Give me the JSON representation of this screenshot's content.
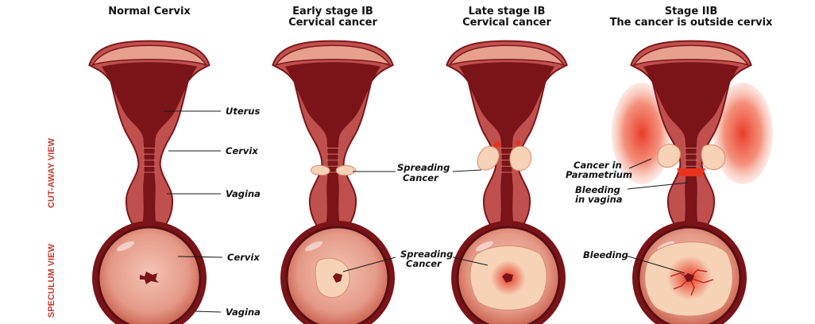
{
  "headers": [
    {
      "line1": "Normal Cervix",
      "line2": ""
    },
    {
      "line1": "Early stage IB",
      "line2": "Cervical cancer"
    },
    {
      "line1": "Late stage IB",
      "line2": "Cervical cancer"
    },
    {
      "line1": "Stage IIB",
      "line2": "The cancer is outside cervix"
    }
  ],
  "side_labels": {
    "cutaway": "CUT-AWAY VIEW",
    "speculum": "SPECULUM VIEW"
  },
  "labels": {
    "uterus": "Uterus",
    "cervix": "Cervix",
    "vagina": "Vagina",
    "spreading_cancer_1": "Spreading",
    "spreading_cancer_2": "Cancer",
    "parametrium_1": "Cancer in",
    "parametrium_2": "Parametrium",
    "bleeding_vagina_1": "Bleeding",
    "bleeding_vagina_2": "in vagina",
    "spec_cervix": "Cervix",
    "spec_vagina": "Vagina",
    "spec_spreading_1": "Spreading",
    "spec_spreading_2": "Cancer",
    "spec_bleeding": "Bleeding"
  },
  "colors": {
    "tissue": "#c0504d",
    "tissue_dark": "#7a1418",
    "tissue_light": "#e8a08e",
    "cancer": "#f6d2b6",
    "blood": "#e8321e",
    "label_red": "#c0392b"
  }
}
